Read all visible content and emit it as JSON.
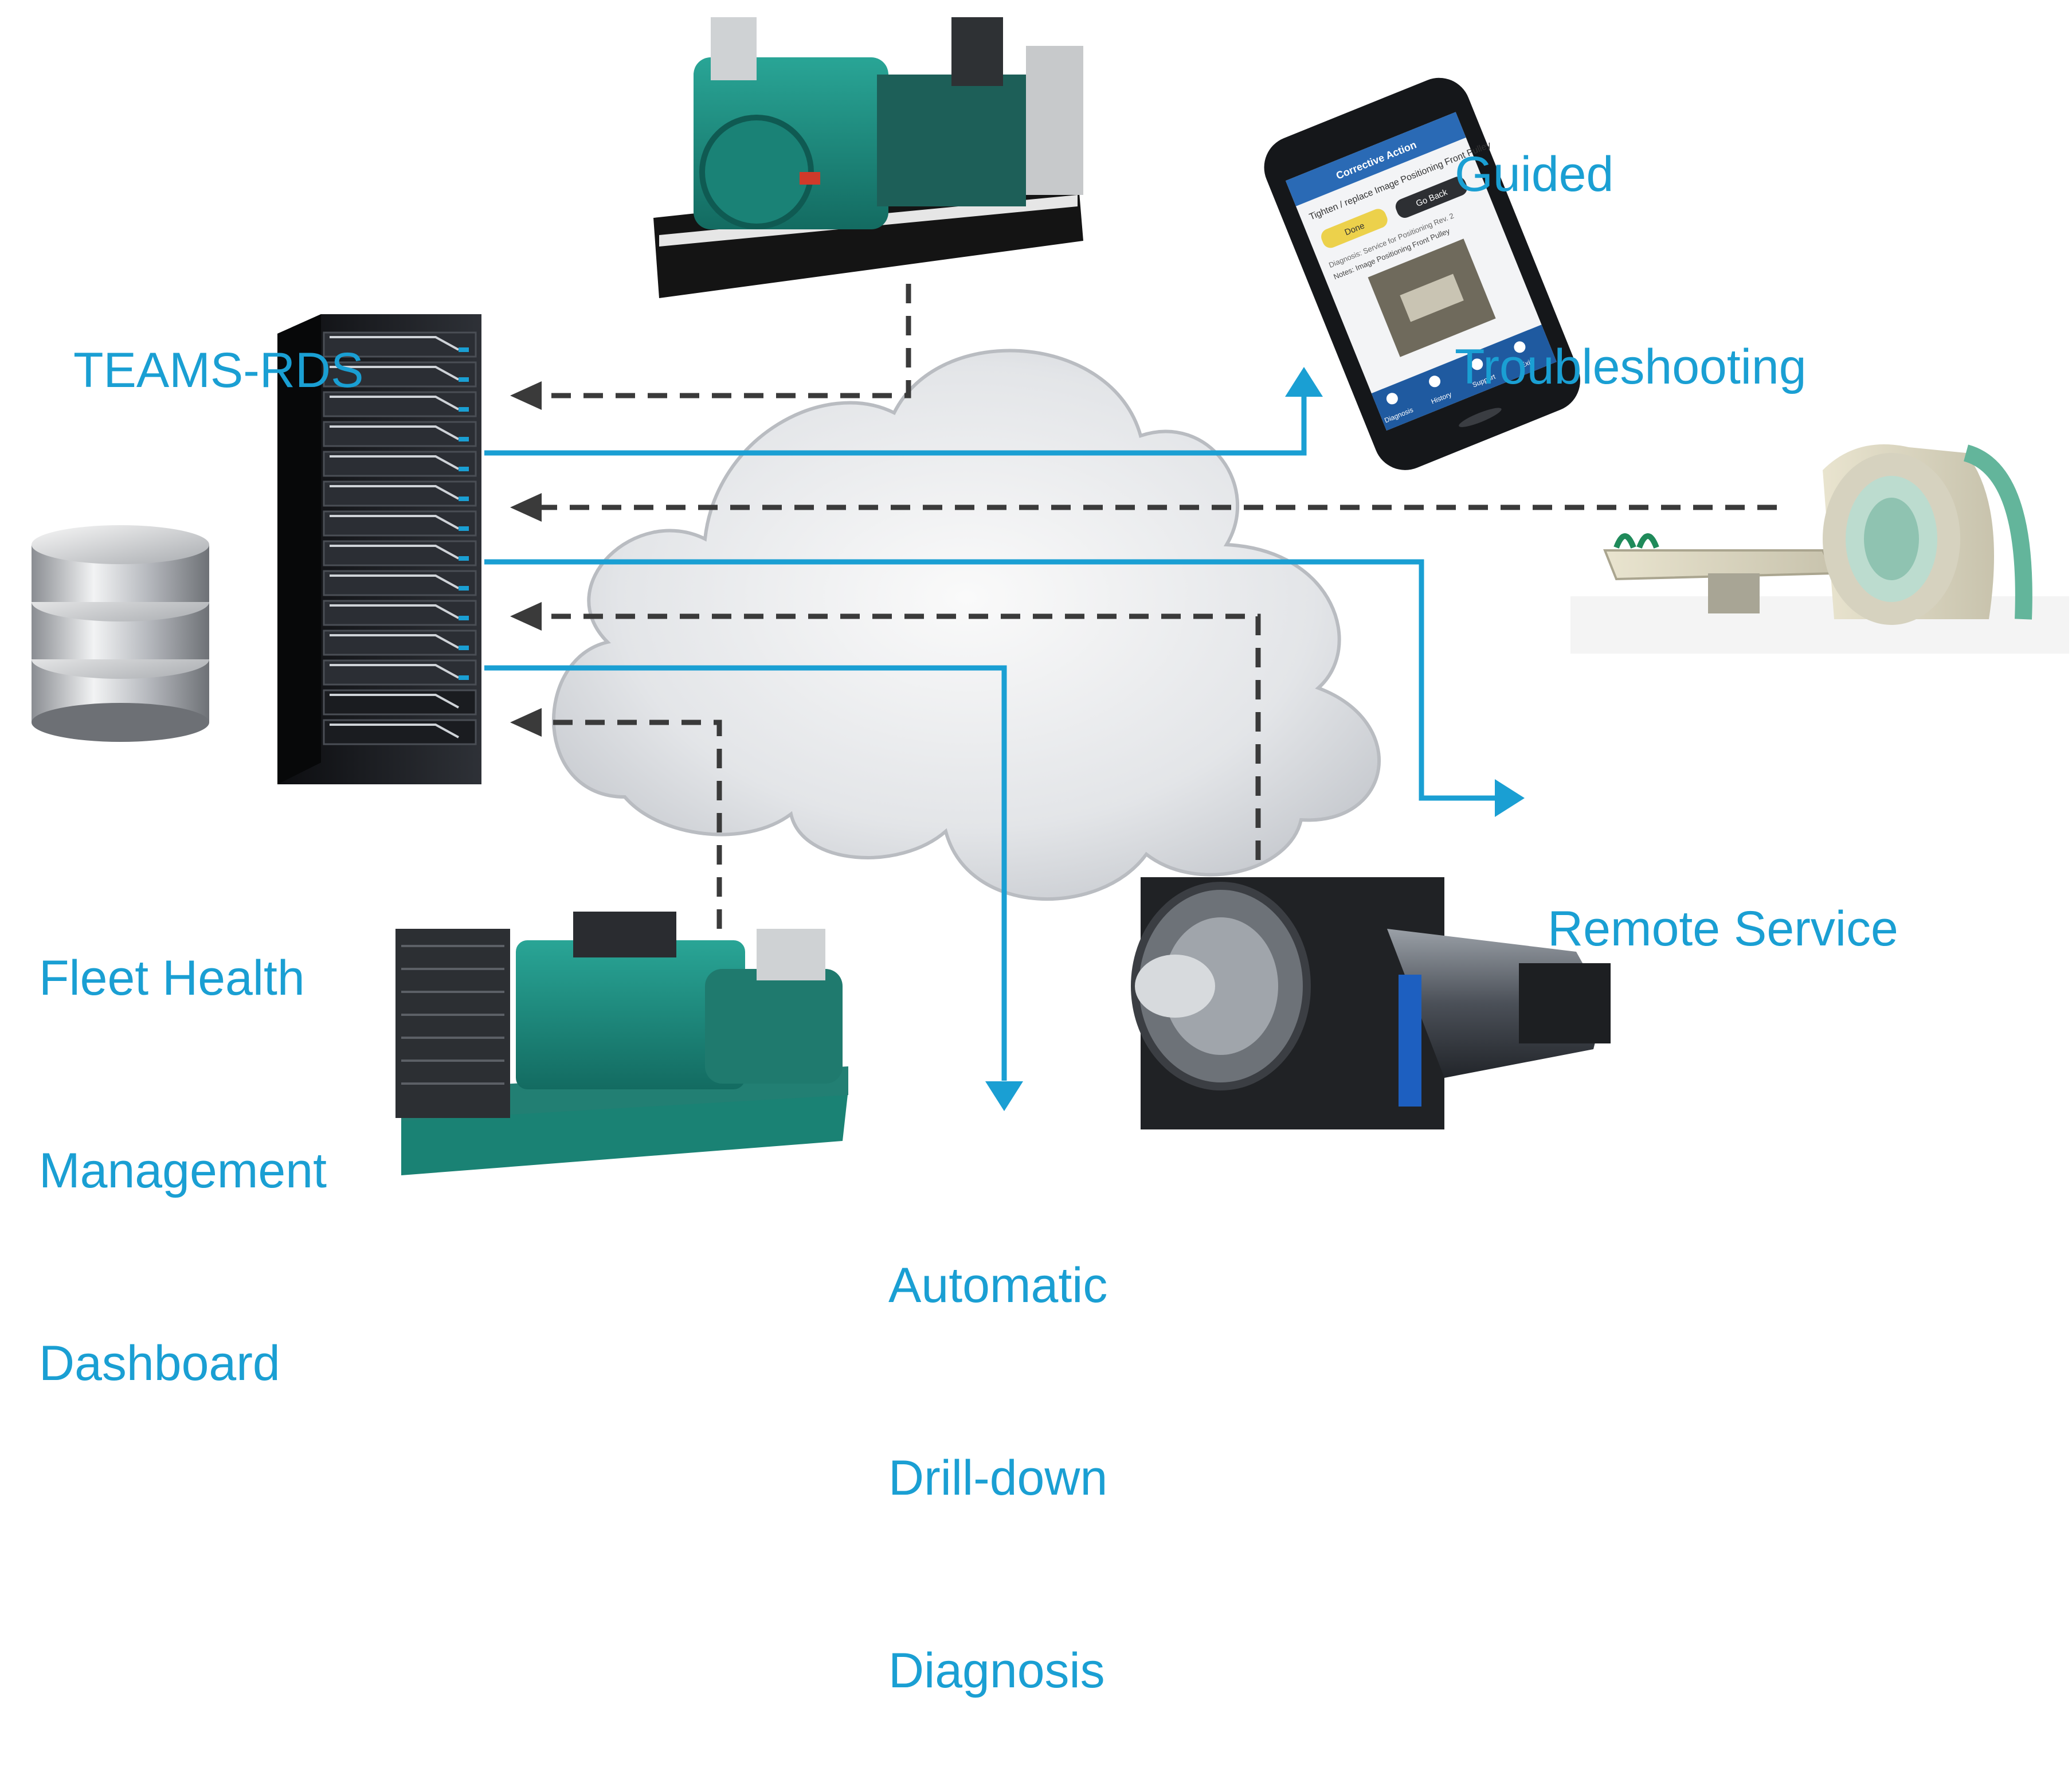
{
  "labels": {
    "teams_rds": "TEAMS-RDS",
    "fleet_health": [
      "Fleet Health",
      "Management",
      "Dashboard"
    ],
    "guided": [
      "Guided",
      "Troubleshooting"
    ],
    "remote_service": "Remote Service",
    "drill_down": [
      "Automatic",
      "Drill-down",
      "Diagnosis"
    ]
  },
  "phone_screen": {
    "header": "Corrective Action",
    "instruction": "Tighten / replace Image Positioning Front Pulley",
    "done_button": "Done",
    "goback_button": "Go Back",
    "diagnosis_line": "Diagnosis: Service for Positioning Rev. 2",
    "notes_line": "Notes: Image Positioning Front Pulley",
    "nav_items": [
      "Diagnosis",
      "History",
      "Support",
      "Exit"
    ]
  },
  "colors": {
    "accent": "#1a9fd3",
    "dashed": "#3a3a3a",
    "cloud_fill": "#e4e6ea",
    "teal_generator": "#1e8c80",
    "server": "#1d1f24"
  },
  "icons": {
    "database": "database-cylinder-icon",
    "server": "server-rack-icon"
  }
}
